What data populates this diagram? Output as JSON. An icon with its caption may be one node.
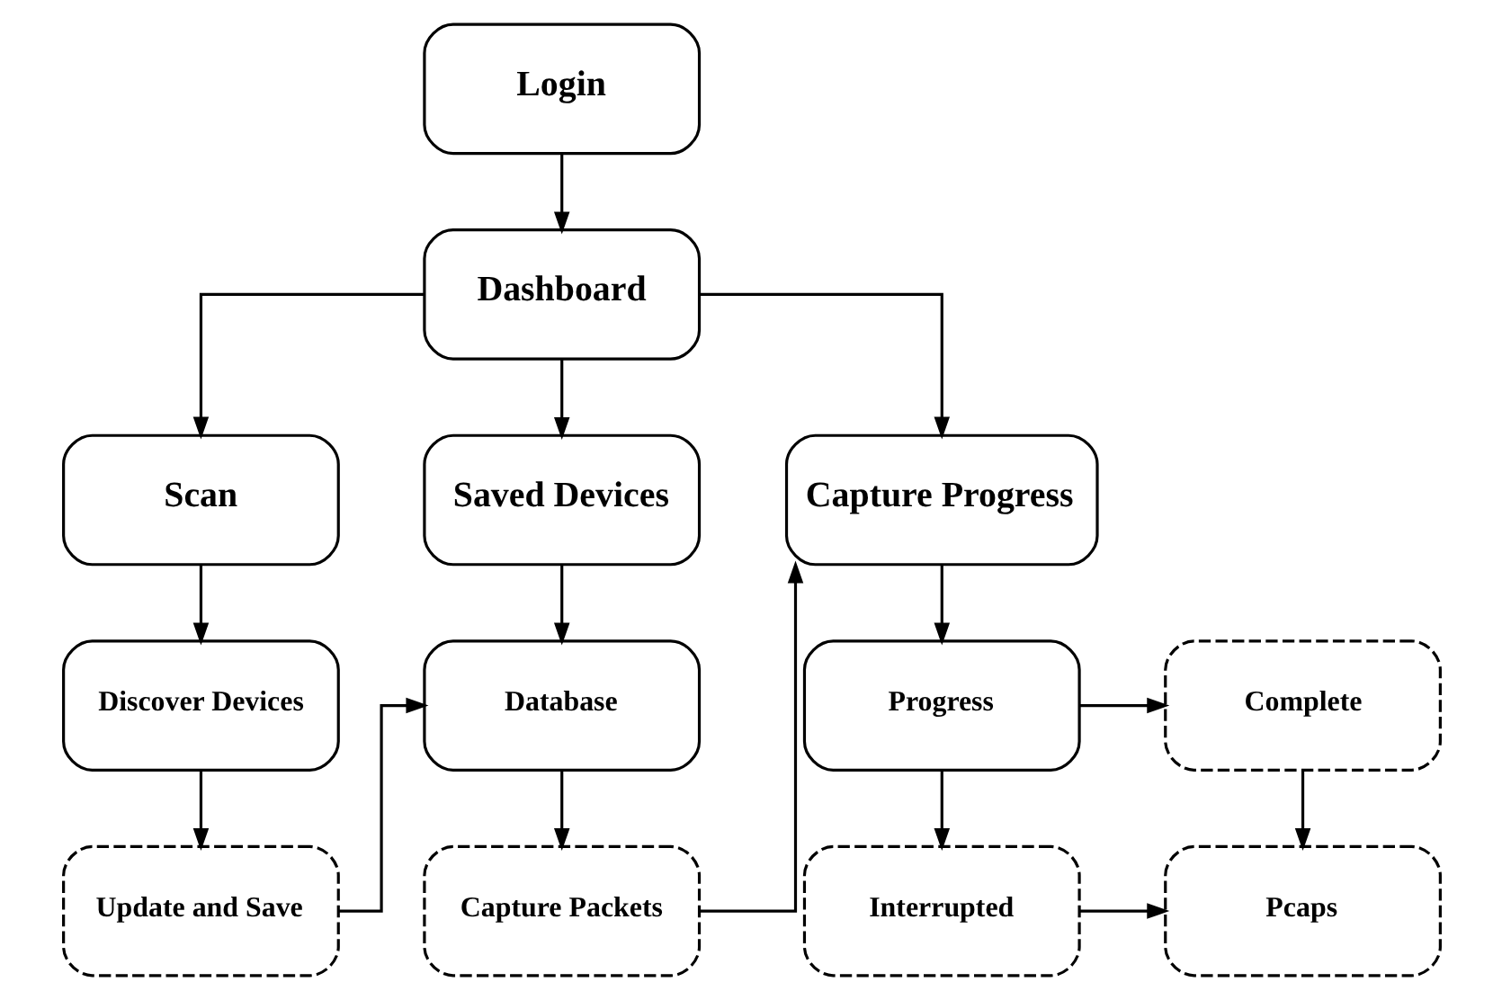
{
  "diagram": {
    "nodes": [
      {
        "text": [
          "Login"
        ]
      },
      {
        "text": [
          "Dashboard"
        ]
      },
      {
        "text": [
          "Scan"
        ]
      },
      {
        "text": [
          "Saved Devices"
        ]
      },
      {
        "text": [
          "Capture Progress"
        ]
      },
      {
        "text": [
          "Discover Devices"
        ]
      },
      {
        "text": [
          "Database"
        ]
      },
      {
        "text": [
          "Progress"
        ]
      },
      {
        "text": [
          "Complete"
        ]
      },
      {
        "text": [
          "Update and Save"
        ]
      },
      {
        "text": [
          "Capture Packets"
        ]
      },
      {
        "text": [
          "Interrupted"
        ]
      },
      {
        "text": [
          "Pcaps"
        ]
      }
    ],
    "edges": [
      {
        "from": 0,
        "to": 1,
        "arrow": "to"
      },
      {
        "from": 1,
        "to": 2,
        "arrow": "to"
      },
      {
        "from": 1,
        "to": 3,
        "arrow": "to"
      },
      {
        "from": 1,
        "to": 4,
        "arrow": "to"
      },
      {
        "from": 2,
        "to": 5,
        "arrow": "to"
      },
      {
        "from": 3,
        "to": 6,
        "arrow": "to"
      },
      {
        "from": 4,
        "to": 7,
        "arrow": "to"
      },
      {
        "from": 7,
        "to": 8,
        "arrow": "to"
      },
      {
        "from": 5,
        "to": 9,
        "arrow": "to"
      },
      {
        "from": 9,
        "to": 6,
        "arrow": "to"
      },
      {
        "from": 6,
        "to": 10,
        "arrow": "to"
      },
      {
        "from": 10,
        "to": 4,
        "arrow": "to"
      },
      {
        "from": 7,
        "to": 11,
        "arrow": "to"
      },
      {
        "from": 8,
        "to": 12,
        "arrow": "to"
      },
      {
        "from": 11,
        "to": 12,
        "arrow": "to"
      }
    ]
  }
}
